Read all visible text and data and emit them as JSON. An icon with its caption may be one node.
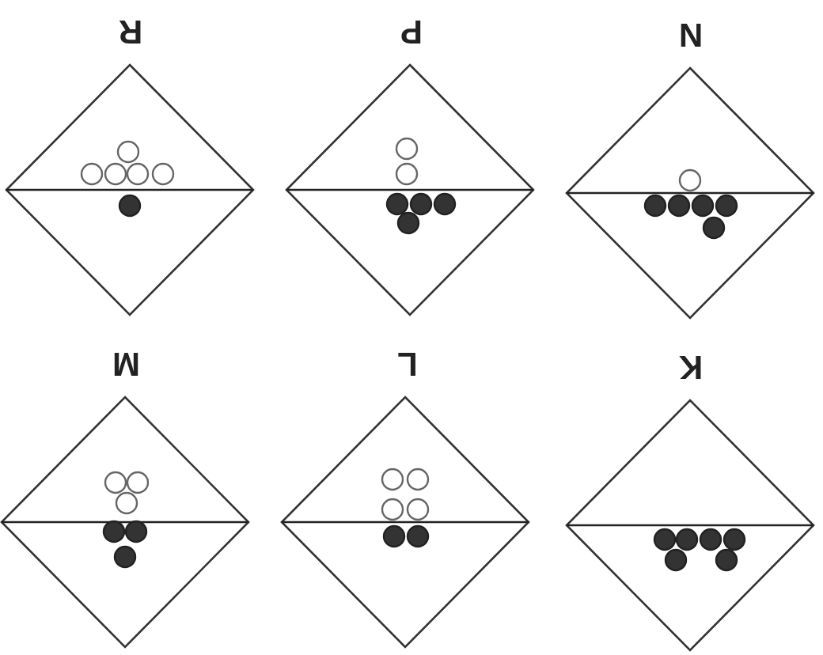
{
  "diagram": {
    "nodes": [
      {
        "text": [
          "R"
        ]
      },
      {
        "text": [
          "P"
        ]
      },
      {
        "text": [
          "N"
        ]
      },
      {
        "text": [
          "M"
        ]
      },
      {
        "text": [
          "L"
        ]
      },
      {
        "text": [
          "K"
        ]
      }
    ]
  }
}
